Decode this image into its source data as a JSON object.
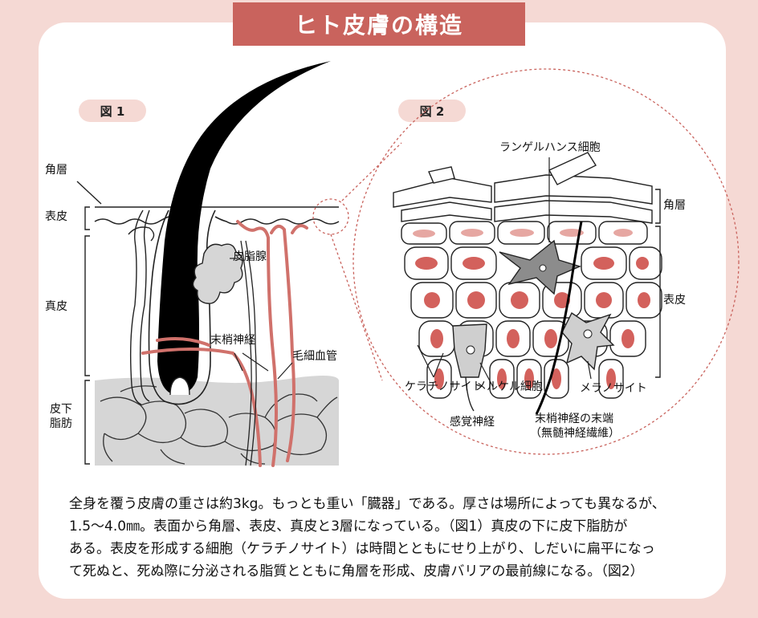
{
  "title": "ヒト皮膚の構造",
  "figure1": {
    "tag": "図 1",
    "labels": {
      "stratum_corneum": "角層",
      "epidermis": "表皮",
      "dermis": "真皮",
      "subcutis_line1": "皮下",
      "subcutis_line2": "脂肪",
      "sebaceous_gland": "皮脂腺",
      "peripheral_nerve": "末梢神経",
      "capillary": "毛細血管"
    }
  },
  "figure2": {
    "tag": "図 2",
    "labels": {
      "langerhans": "ランゲルハンス細胞",
      "stratum_corneum": "角層",
      "epidermis": "表皮",
      "keratinocyte": "ケラチノサイト",
      "merkel": "メルケル細胞",
      "melanocyte": "メラノサイト",
      "sensory_nerve": "感覚神経",
      "nerve_ending_line1": "末梢神経の末端",
      "nerve_ending_line2": "（無髄神経繊維）"
    }
  },
  "caption": [
    "全身を覆う皮膚の重さは約3kg。もっとも重い「臓器」である。厚さは場所によっても異なるが、",
    "1.5〜4.0㎜。表面から角層、表皮、真皮と3層になっている。（図1）真皮の下に皮下脂肪が",
    "ある。表皮を形成する細胞（ケラチノサイト）は時間とともにせり上がり、しだいに扁平になっ",
    "て死ぬと、死ぬ際に分泌される脂質とともに角層を形成、皮膚バリアの最前線になる。（図2）"
  ],
  "colors": {
    "background": "#f5d9d4",
    "banner": "#c9635d",
    "vessel": "#d0716b",
    "nucleus": "#d3615c",
    "fat": "#d6d6d6"
  }
}
